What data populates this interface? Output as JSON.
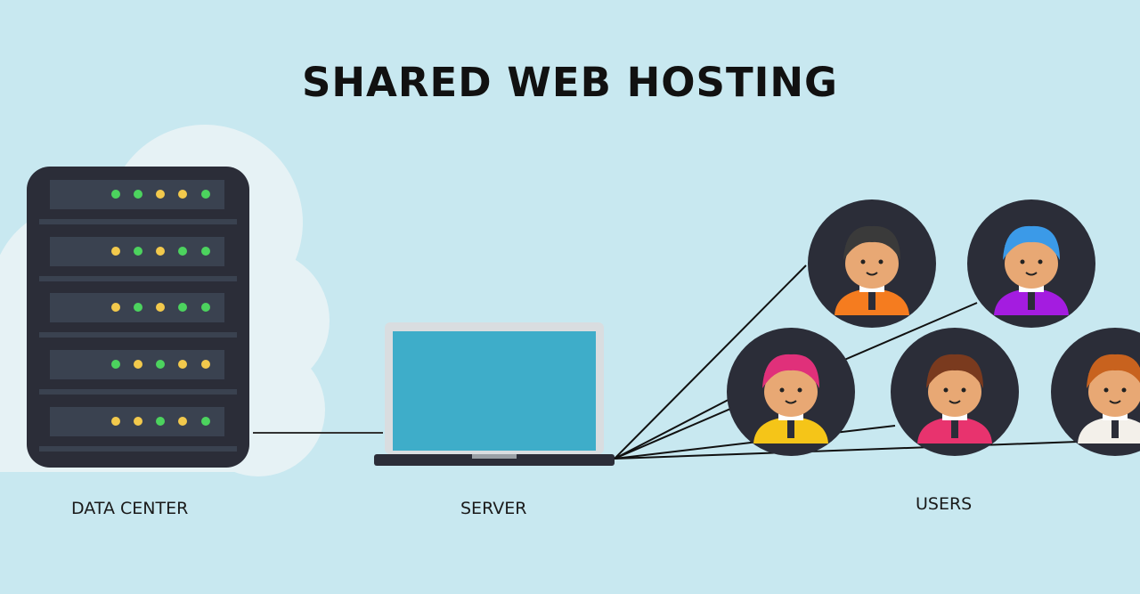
{
  "title": "SHARED WEB HOSTING",
  "labels": {
    "data_center": "DATA CENTER",
    "server": "SERVER",
    "users": "USERS"
  },
  "colors": {
    "background": "#c8e8f0",
    "rack": "#2b2d38",
    "screen": "#3eadc9",
    "led_green": "#4cd35e",
    "led_yellow": "#f2c94c"
  },
  "rack_leds": [
    [
      "green",
      "green",
      "yellow",
      "yellow",
      "green"
    ],
    [
      "yellow",
      "green",
      "yellow",
      "green",
      "green"
    ],
    [
      "yellow",
      "green",
      "yellow",
      "green",
      "green"
    ],
    [
      "green",
      "yellow",
      "green",
      "yellow",
      "yellow"
    ],
    [
      "yellow",
      "yellow",
      "green",
      "yellow",
      "green"
    ]
  ],
  "users": [
    {
      "hair": "#3a3a3a",
      "shirt": "#f57c1f"
    },
    {
      "hair": "#3b9ae8",
      "shirt": "#a41ce0"
    },
    {
      "hair": "#e0307a",
      "shirt": "#f5c518"
    },
    {
      "hair": "#7a3a1e",
      "shirt": "#e8336e"
    },
    {
      "hair": "#c8621e",
      "shirt": "#f3f0ea"
    }
  ]
}
